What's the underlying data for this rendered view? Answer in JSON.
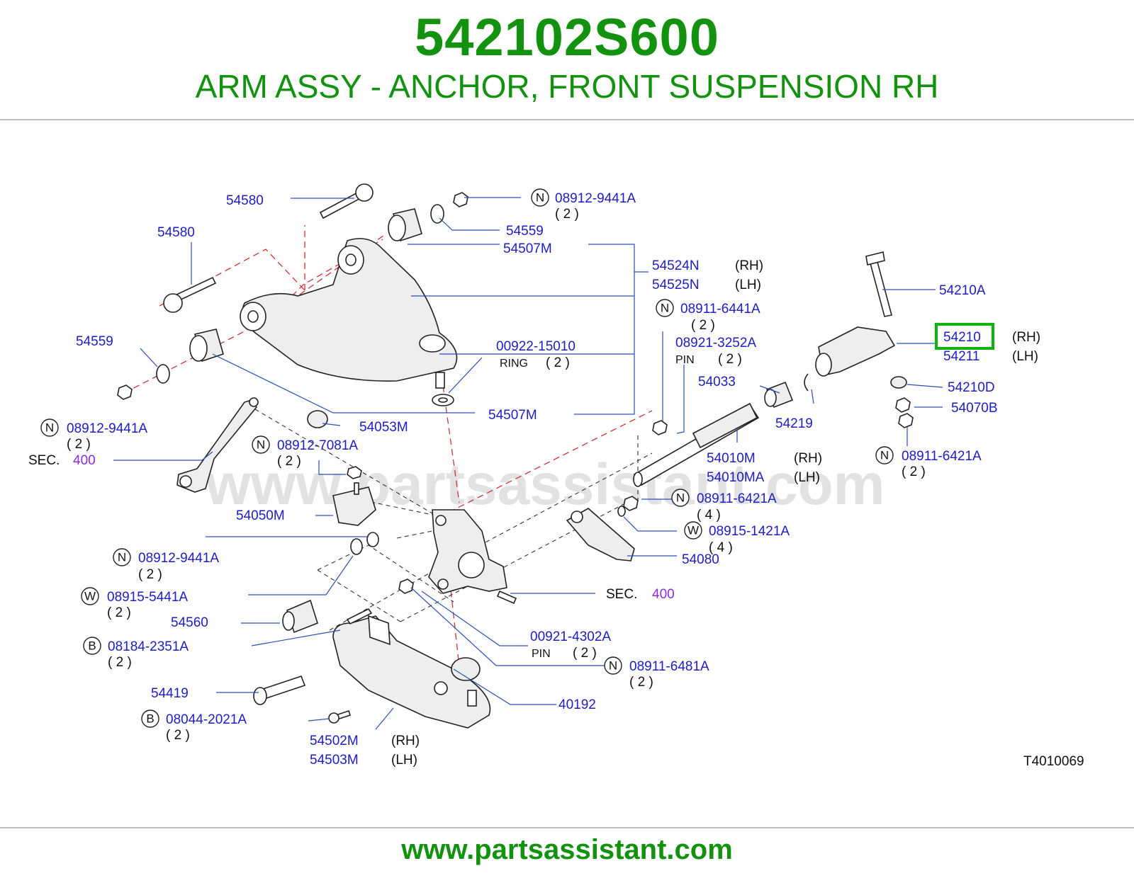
{
  "header": {
    "part_number": "542102S600",
    "description": "ARM ASSY - ANCHOR, FRONT SUSPENSION RH"
  },
  "footer": {
    "website": "www.partsassistant.com"
  },
  "watermark": "www.partsassistant.com",
  "diagram_code": "T4010069",
  "colors": {
    "brand_green": "#12920f",
    "label_blue": "#1c1cc8",
    "section_purple": "#8a2be2",
    "highlight_border": "#12b30f"
  },
  "labels": {
    "p54580_top": "54580",
    "p54580_left": "54580",
    "p08912_9441a_top": "08912-9441A",
    "p08912_9441a_top_qty": "( 2 )",
    "p54559_top": "54559",
    "p54507m_top": "54507M",
    "p54524n": "54524N",
    "p54524n_side": "(RH)",
    "p54525n": "54525N",
    "p54525n_side": "(LH)",
    "p54210a": "54210A",
    "p08911_6441a": "08911-6441A",
    "p08911_6441a_qty": "( 2 )",
    "p08921_3252a": "08921-3252A",
    "p08921_3252a_type": "PIN",
    "p08921_3252a_qty": "( 2 )",
    "p54210": "54210",
    "p54210_side": "(RH)",
    "p54211": "54211",
    "p54211_side": "(LH)",
    "p54559_left": "54559",
    "p00922_15010": "00922-15010",
    "p00922_15010_type": "RING",
    "p00922_15010_qty": "( 2 )",
    "p54033": "54033",
    "p54210d": "54210D",
    "p54070b": "54070B",
    "p54219": "54219",
    "p08912_9441a_left": "08912-9441A",
    "p08912_9441a_left_qty": "( 2 )",
    "p54053m": "54053M",
    "p54507m_mid": "54507M",
    "p08912_7081a": "08912-7081A",
    "p08912_7081a_qty": "( 2 )",
    "sec_label": "SEC.",
    "sec_num": "400",
    "p54010m": "54010M",
    "p54010m_side": "(RH)",
    "p54010ma": "54010MA",
    "p54010ma_side": "(LH)",
    "p08911_6421a_right": "08911-6421A",
    "p08911_6421a_right_qty": "( 2 )",
    "p08911_6421a_mid": "08911-6421A",
    "p08911_6421a_mid_qty": "( 4 )",
    "p54050m": "54050M",
    "p08915_1421a": "08915-1421A",
    "p08915_1421a_qty": "( 4 )",
    "p54080": "54080",
    "p08912_9441a_low": "08912-9441A",
    "p08912_9441a_low_qty": "( 2 )",
    "p08915_5441a": "08915-5441A",
    "p08915_5441a_qty": "( 2 )",
    "p54560": "54560",
    "p08184_2351a": "08184-2351A",
    "p08184_2351a_qty": "( 2 )",
    "p00921_4302a": "00921-4302A",
    "p00921_4302a_type": "PIN",
    "p00921_4302a_qty": "( 2 )",
    "p08911_6481a": "08911-6481A",
    "p08911_6481a_qty": "( 2 )",
    "p54419": "54419",
    "p40192": "40192",
    "p08044_2021a": "08044-2021A",
    "p08044_2021a_qty": "( 2 )",
    "p54502m": "54502M",
    "p54502m_side": "(RH)",
    "p54503m": "54503M",
    "p54503m_side": "(LH)"
  },
  "callout_letters": {
    "n": "N",
    "w": "W",
    "b": "B"
  },
  "highlighted_part": "54210"
}
